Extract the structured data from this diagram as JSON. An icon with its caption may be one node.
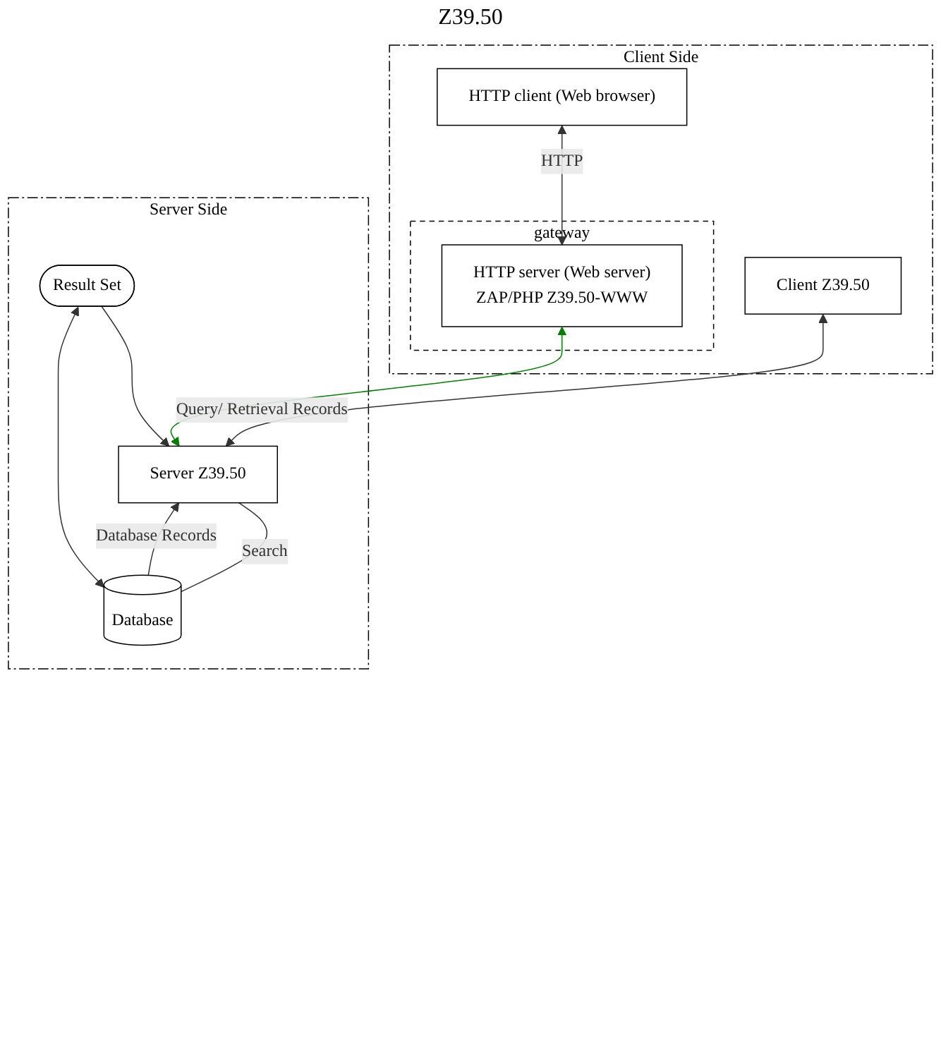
{
  "diagram": {
    "nodes": [
      {
        "text": [
          "Client Side"
        ]
      },
      {
        "text": [
          "Client Z39.50"
        ],
        "in": 0
      },
      {
        "text": [
          "HTTP client (Web browser)"
        ],
        "in": 0
      },
      {
        "text": [
          "gateway"
        ],
        "in": 0
      },
      {
        "text": [
          "HTTP server (Web server)",
          "ZAP/PHP Z39.50-WWW"
        ],
        "in": 3
      },
      {
        "text": [
          "Server Side"
        ]
      },
      {
        "text": [
          "Server Z39.50"
        ],
        "in": 5
      },
      {
        "text": [
          "Database"
        ],
        "in": 5
      },
      {
        "text": [
          "Result Set"
        ],
        "in": 5
      }
    ],
    "edges": [
      {
        "from": 1,
        "to": 6,
        "arrow": "both",
        "label": "Query/ Retrieval Records"
      },
      {
        "from": 2,
        "to": 4,
        "arrow": "both",
        "label": "HTTP"
      },
      {
        "from": 4,
        "to": 6,
        "arrow": "both",
        "color": "#008000"
      },
      {
        "from": 6,
        "to": 7,
        "arrow": "none",
        "label": "Search"
      },
      {
        "from": 7,
        "to": 6,
        "arrow": "to",
        "label": "Database Records"
      },
      {
        "from": 8,
        "to": 6,
        "arrow": "to"
      },
      {
        "from": 8,
        "to": 7,
        "arrow": "both"
      }
    ],
    "labels": [
      "Z39.50"
    ]
  }
}
